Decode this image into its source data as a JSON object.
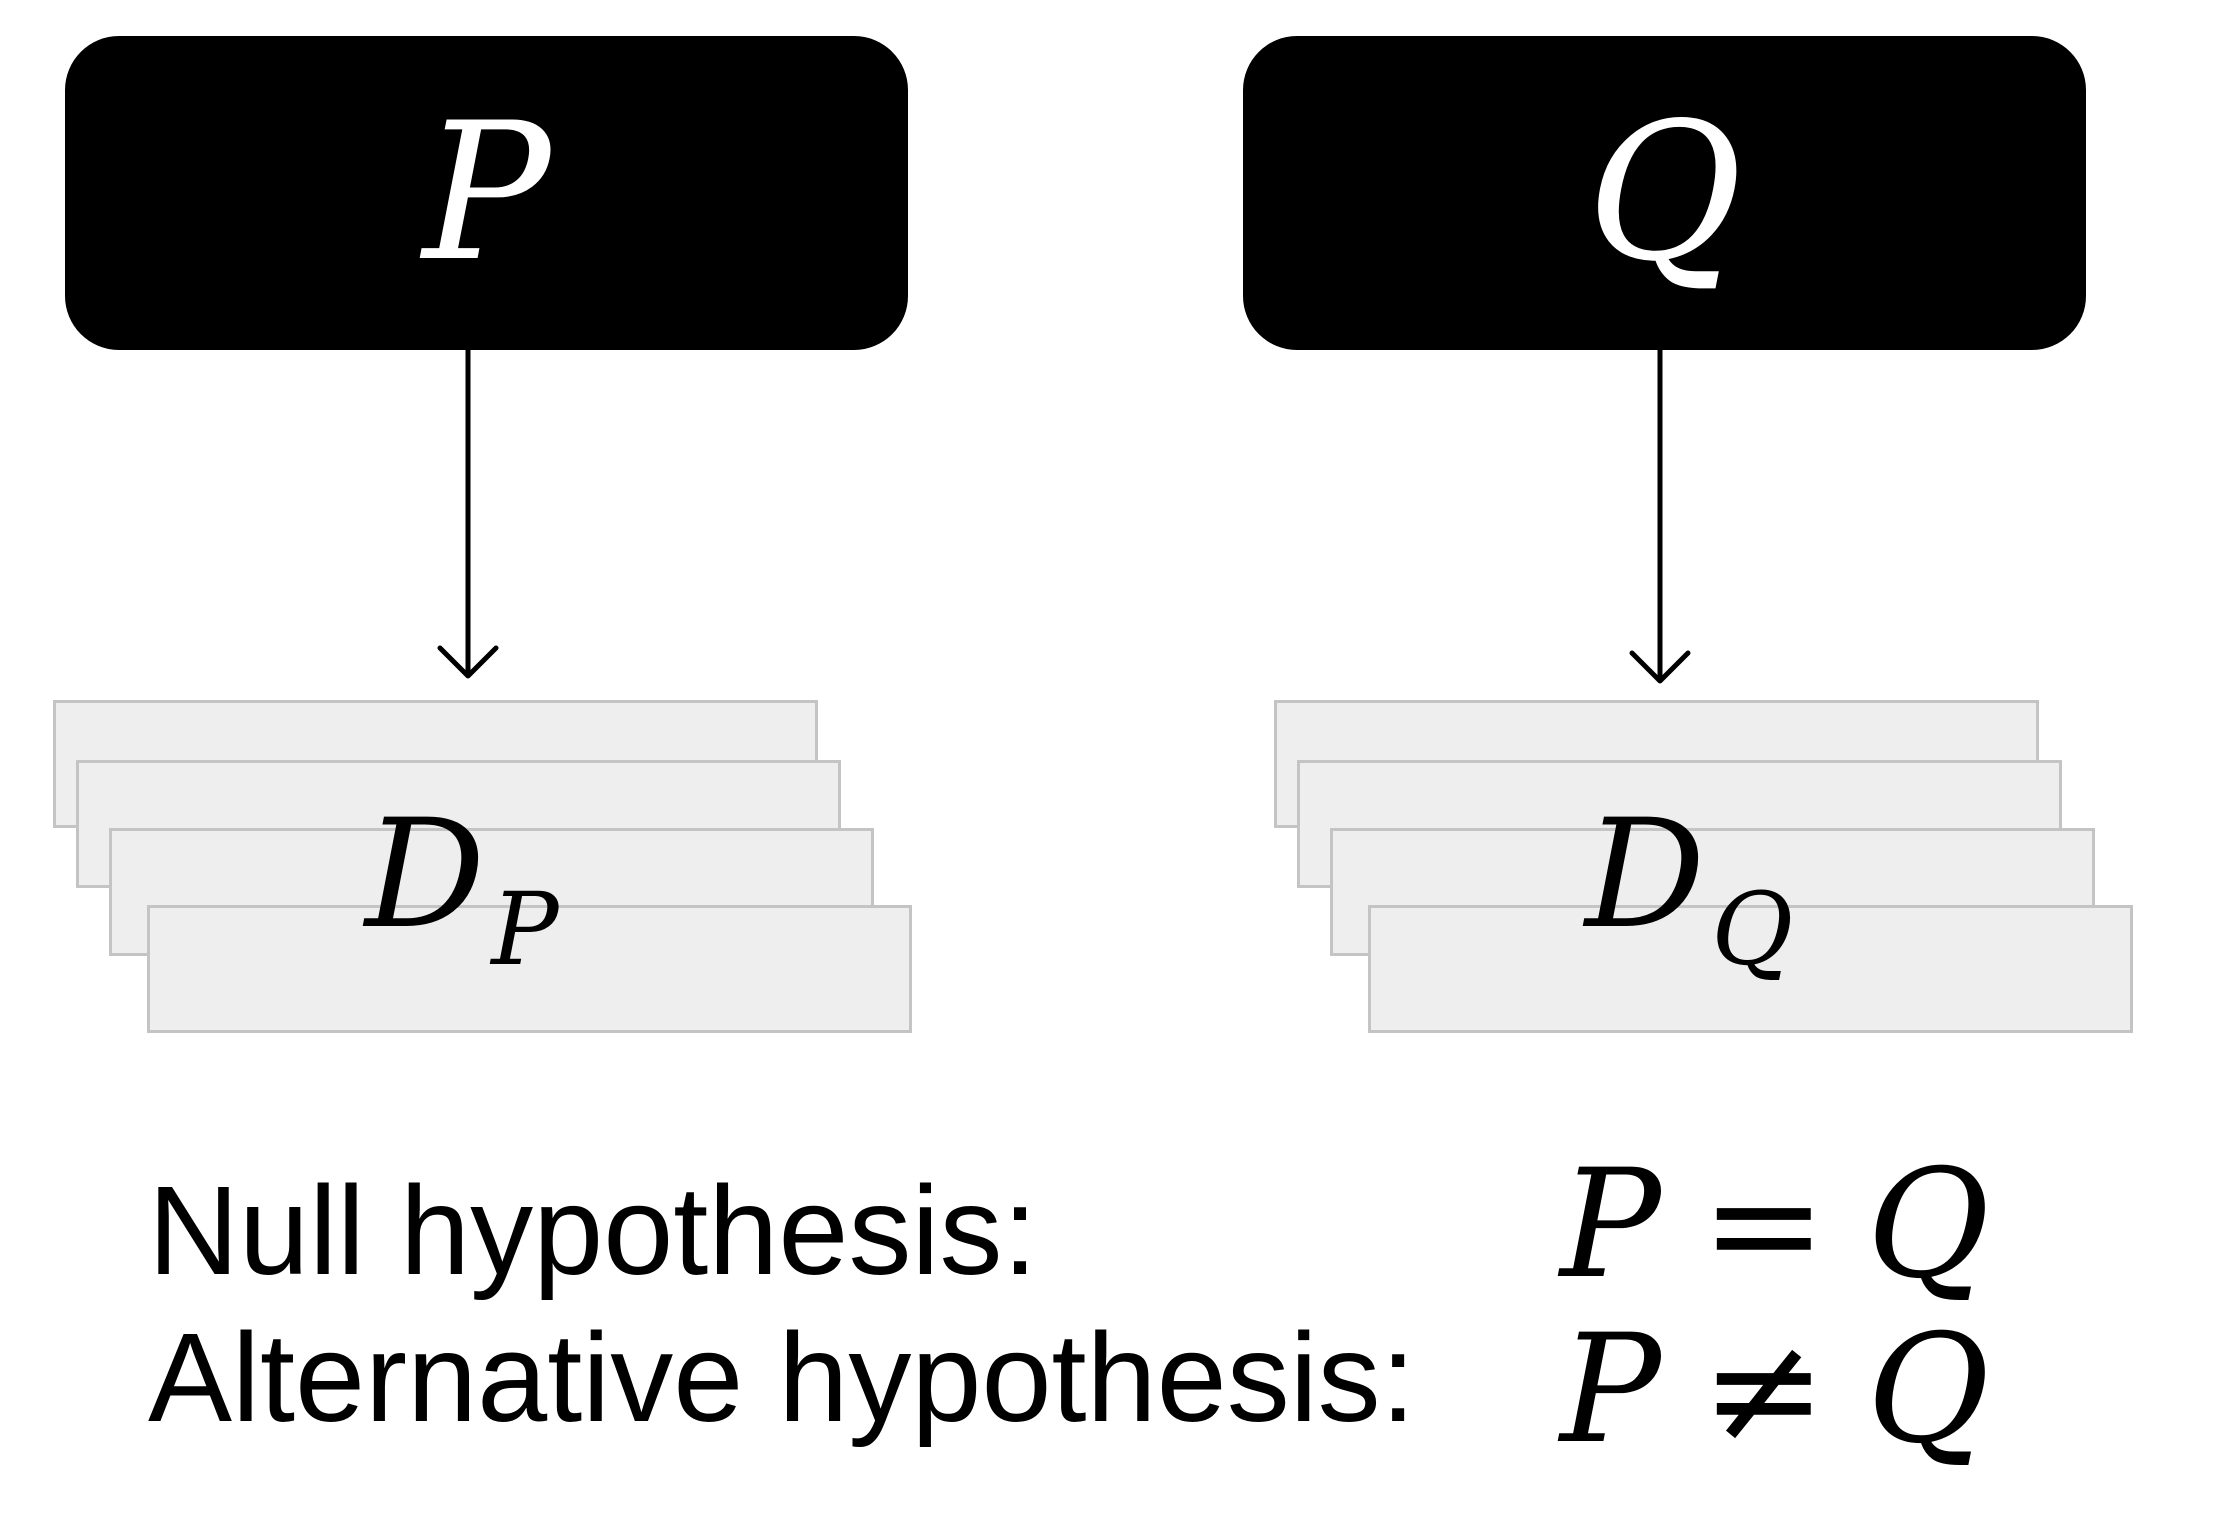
{
  "distributions": [
    {
      "symbol": "P"
    },
    {
      "symbol": "Q"
    }
  ],
  "samples": [
    {
      "symbol": "D",
      "subscript": "P"
    },
    {
      "symbol": "D",
      "subscript": "Q"
    }
  ],
  "hypotheses": {
    "null": {
      "label": "Null hypothesis:",
      "left": "P",
      "operator": "=",
      "right": "Q"
    },
    "alternative": {
      "label": "Alternative hypothesis:",
      "left": "P",
      "operator": "≠",
      "right": "Q"
    }
  }
}
